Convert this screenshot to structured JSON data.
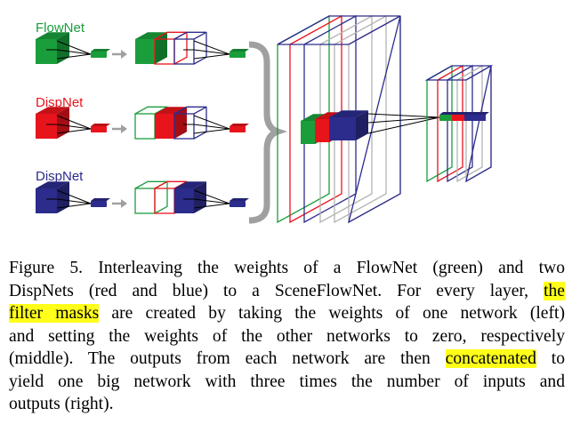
{
  "figure": {
    "nets": [
      {
        "label": "FlowNet",
        "color": "#1a9e3c"
      },
      {
        "label": "DispNet",
        "color": "#e8141c"
      },
      {
        "label": "DispNet",
        "color": "#2c2c8c"
      }
    ],
    "colors": {
      "green": "#1a9e3c",
      "red": "#e8141c",
      "blue": "#2c2c8c",
      "gray": "#b3b3b3",
      "arrow": "#a0a0a0"
    }
  },
  "caption": {
    "line1_a": "Figure 5. Interleaving the weights of a FlowNet (green) and two",
    "line2_a": "DispNets (red and blue) to a SceneFlowNet. For every layer, ",
    "line2_hl": "the",
    "line3_hl": "filter masks",
    "line3_b": " are created by taking the weights of one network (left)",
    "line4_a": "and setting the weights of the other networks to zero, respectively",
    "line5_a": "(middle). The outputs from each network are then ",
    "line5_hl": "concatenated",
    "line5_b": " to",
    "line6_a": "yield one big network with three times the number of inputs and",
    "line7_a": "outputs (right)."
  }
}
